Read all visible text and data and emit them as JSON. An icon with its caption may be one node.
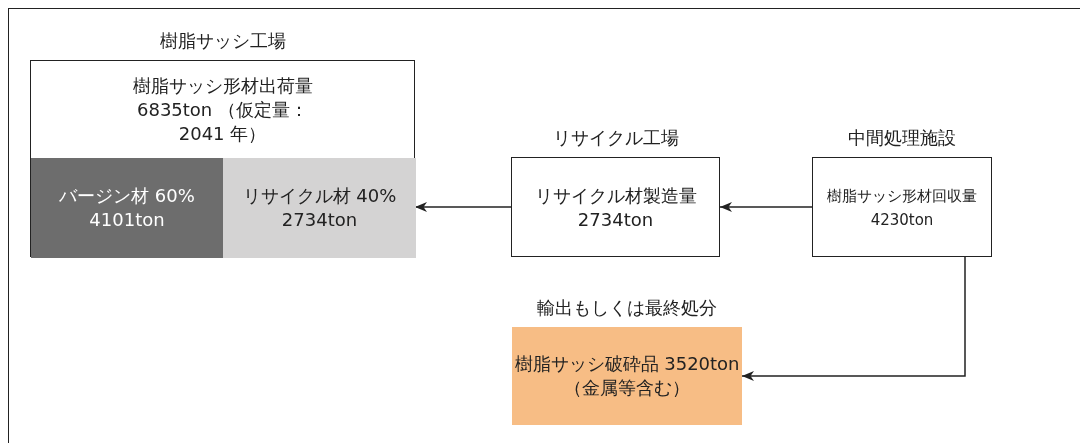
{
  "diagram": {
    "nodes": [
      {
        "text": [
          "樹脂サッシ工場",
          "樹脂サッシ形材出荷量 6835ton （仮定量：2041 年）"
        ]
      },
      {
        "text": [
          "バージン材 60% 4101ton"
        ],
        "in": 0
      },
      {
        "text": [
          "リサイクル材 40% 2734ton"
        ],
        "in": 0
      },
      {
        "text": [
          "リサイクル工場",
          "リサイクル材製造量 2734ton"
        ]
      },
      {
        "text": [
          "中間処理施設",
          "樹脂サッシ形材回収量 4230ton"
        ]
      },
      {
        "text": [
          "輸出もしくは最終処分",
          "樹脂サッシ破砕品 3520ton（金属等含む）"
        ]
      }
    ],
    "edges": [
      {
        "from": 3,
        "to": 2,
        "arrow": "to"
      },
      {
        "from": 4,
        "to": 3,
        "arrow": "to"
      },
      {
        "from": 4,
        "to": 5,
        "arrow": "to"
      }
    ]
  }
}
